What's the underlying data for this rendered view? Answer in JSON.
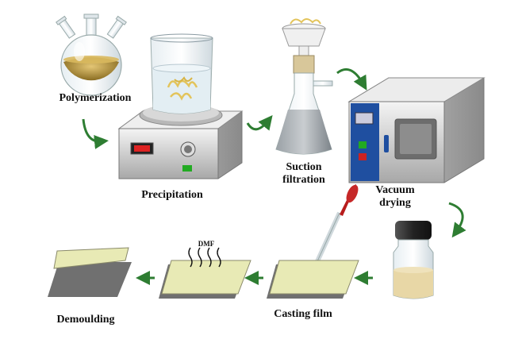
{
  "steps": {
    "polymerization": "Polymerization",
    "precipitation": "Precipitation",
    "suction_line1": "Suction",
    "suction_line2": "filtration",
    "vacuum_line1": "Vacuum",
    "vacuum_line2": "drying",
    "casting": "Casting film",
    "demoulding": "Demoulding",
    "solvent": "DMF"
  },
  "colors": {
    "arrow": "#2e7d32",
    "film": "#e8eab5",
    "oven_panel": "#1f4fa0",
    "solution": "#c8a64a"
  },
  "icons": [
    "round-bottom-flask",
    "beaker-on-stirrer",
    "buchner-funnel-flask",
    "vacuum-oven",
    "solution-bottle",
    "dropper",
    "glass-plate"
  ]
}
